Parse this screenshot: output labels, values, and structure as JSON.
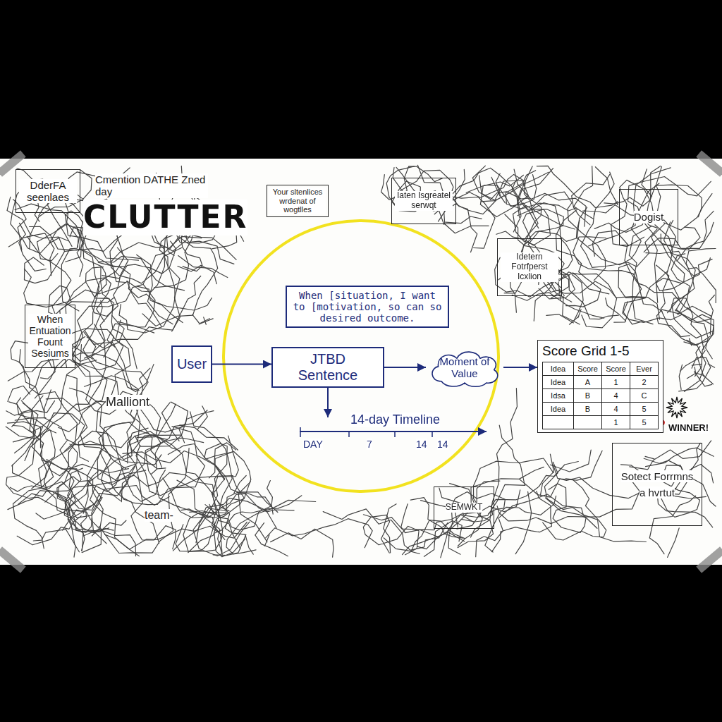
{
  "diagram": {
    "nodes": [
      {
        "text": [
          "When [situation, I want to [motivation, so can so desired outcome."
        ]
      },
      {
        "text": [
          "User"
        ]
      },
      {
        "text": [
          "JTBD Sentence"
        ]
      },
      {
        "text": [
          "Moment of Value"
        ]
      },
      {
        "text": [
          "Score Grid 1-5"
        ]
      },
      {
        "text": [
          "DderFA seenlaes"
        ]
      },
      {
        "text": [
          "Your sltenlices wrdenat of wogtlles"
        ]
      },
      {
        "text": [
          "When Entuation Fount Sesiums"
        ]
      },
      {
        "text": [
          "Iaten Isgreatel serwqt"
        ]
      },
      {
        "text": [
          "Idetern Fotrfperst Icxlion"
        ]
      },
      {
        "text": [
          "Dogist"
        ]
      },
      {
        "text": [
          "SEMWKT"
        ]
      },
      {
        "text": [
          "Sotect Forrmns",
          "a hvrtut"
        ]
      }
    ],
    "edges": [
      {
        "from": 1,
        "to": 2,
        "arrow": "to"
      },
      {
        "from": 2,
        "to": 3,
        "arrow": "to"
      },
      {
        "from": 3,
        "to": 4,
        "arrow": "to"
      }
    ],
    "labels": [
      "CLUTTER",
      "Cmention DATHE Zned day",
      "14-day Timeline",
      "DAY",
      "7",
      "14",
      "14",
      "Idea",
      "Score",
      "Score",
      "Ever",
      "Idea",
      "A",
      "1",
      "2",
      "Idsa",
      "B",
      "4",
      "C",
      "Idea",
      "B",
      "4",
      "5",
      "1",
      "5",
      "WINNER!",
      "Malliont",
      "team-"
    ]
  }
}
